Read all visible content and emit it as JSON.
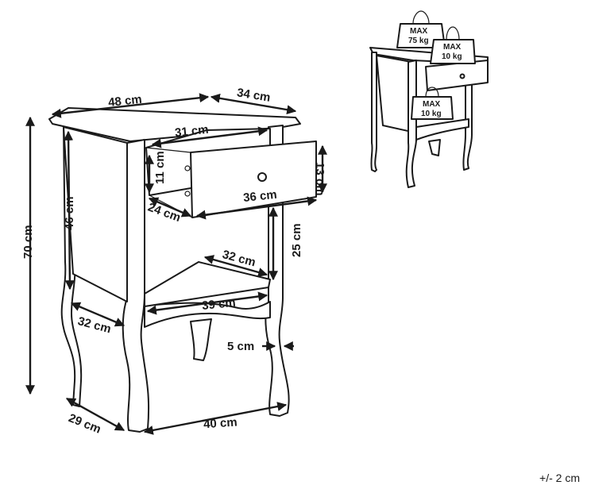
{
  "dimensions": {
    "top_width": "48 cm",
    "top_depth": "34 cm",
    "drawer_inner_width": "31 cm",
    "drawer_inner_height": "11 cm",
    "drawer_front_height": "13 cm",
    "drawer_depth": "24 cm",
    "drawer_front_width": "36 cm",
    "side_height": "46 cm",
    "total_height": "70 cm",
    "shelf_gap": "25 cm",
    "shelf_depth": "32 cm",
    "shelf_width": "39 cm",
    "base_depth": "32 cm",
    "leg_width": "5 cm",
    "leg_span_depth": "29 cm",
    "leg_span_width": "40 cm"
  },
  "load_capacity": {
    "top": {
      "line1": "MAX",
      "line2": "75 kg"
    },
    "drawer": {
      "line1": "MAX",
      "line2": "10 kg"
    },
    "shelf": {
      "line1": "MAX",
      "line2": "10 kg"
    }
  },
  "tolerance": "+/- 2 cm"
}
